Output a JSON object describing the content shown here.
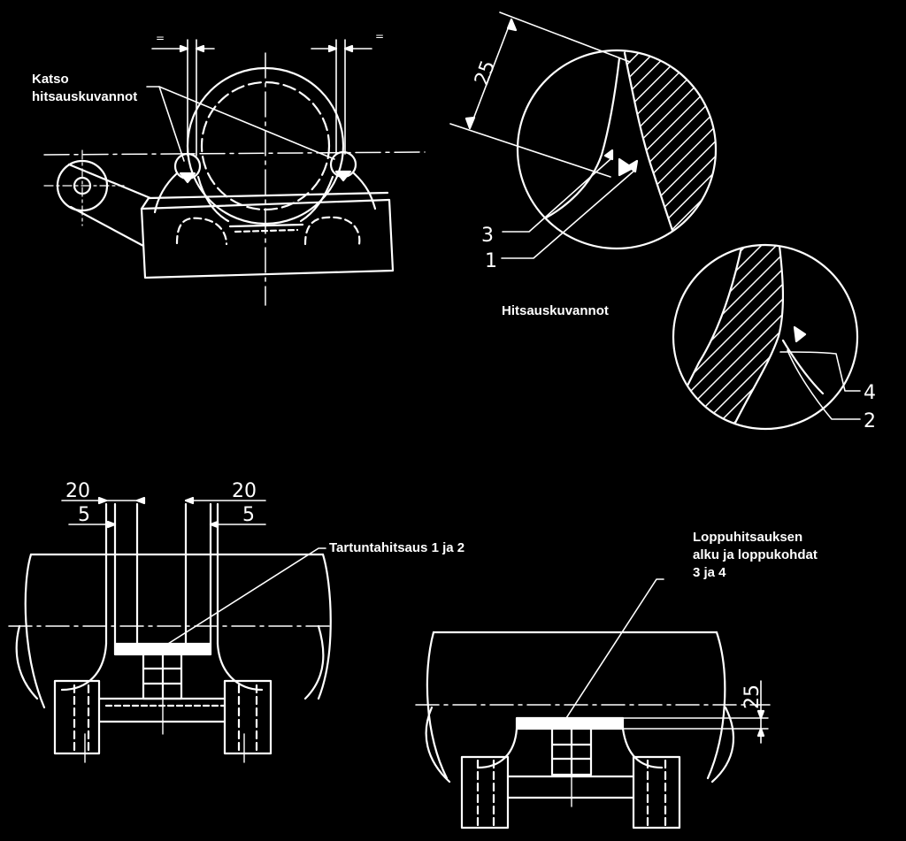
{
  "colors": {
    "background": "#000000",
    "ink": "#ffffff"
  },
  "labels": {
    "katso_line1": "Katso",
    "katso_line2": "hitsauskuvannot",
    "hitsauskuvannot": "Hitsauskuvannot",
    "tartunta": "Tartuntahitsaus 1 ja 2",
    "loppu_line1": "Loppuhitsauksen",
    "loppu_line2": "alku ja loppukohdat",
    "loppu_line3": "3 ja 4"
  },
  "dimensions": {
    "top_left_equal": "=",
    "top_right_equal": "=",
    "weld_detail_25": "25",
    "left_20": "20",
    "left_5": "5",
    "right_20": "20",
    "right_5": "5",
    "bottom_right_25": "25"
  },
  "callouts": {
    "weld_3": "3",
    "weld_1": "1",
    "weld_4": "4",
    "weld_2": "2"
  }
}
